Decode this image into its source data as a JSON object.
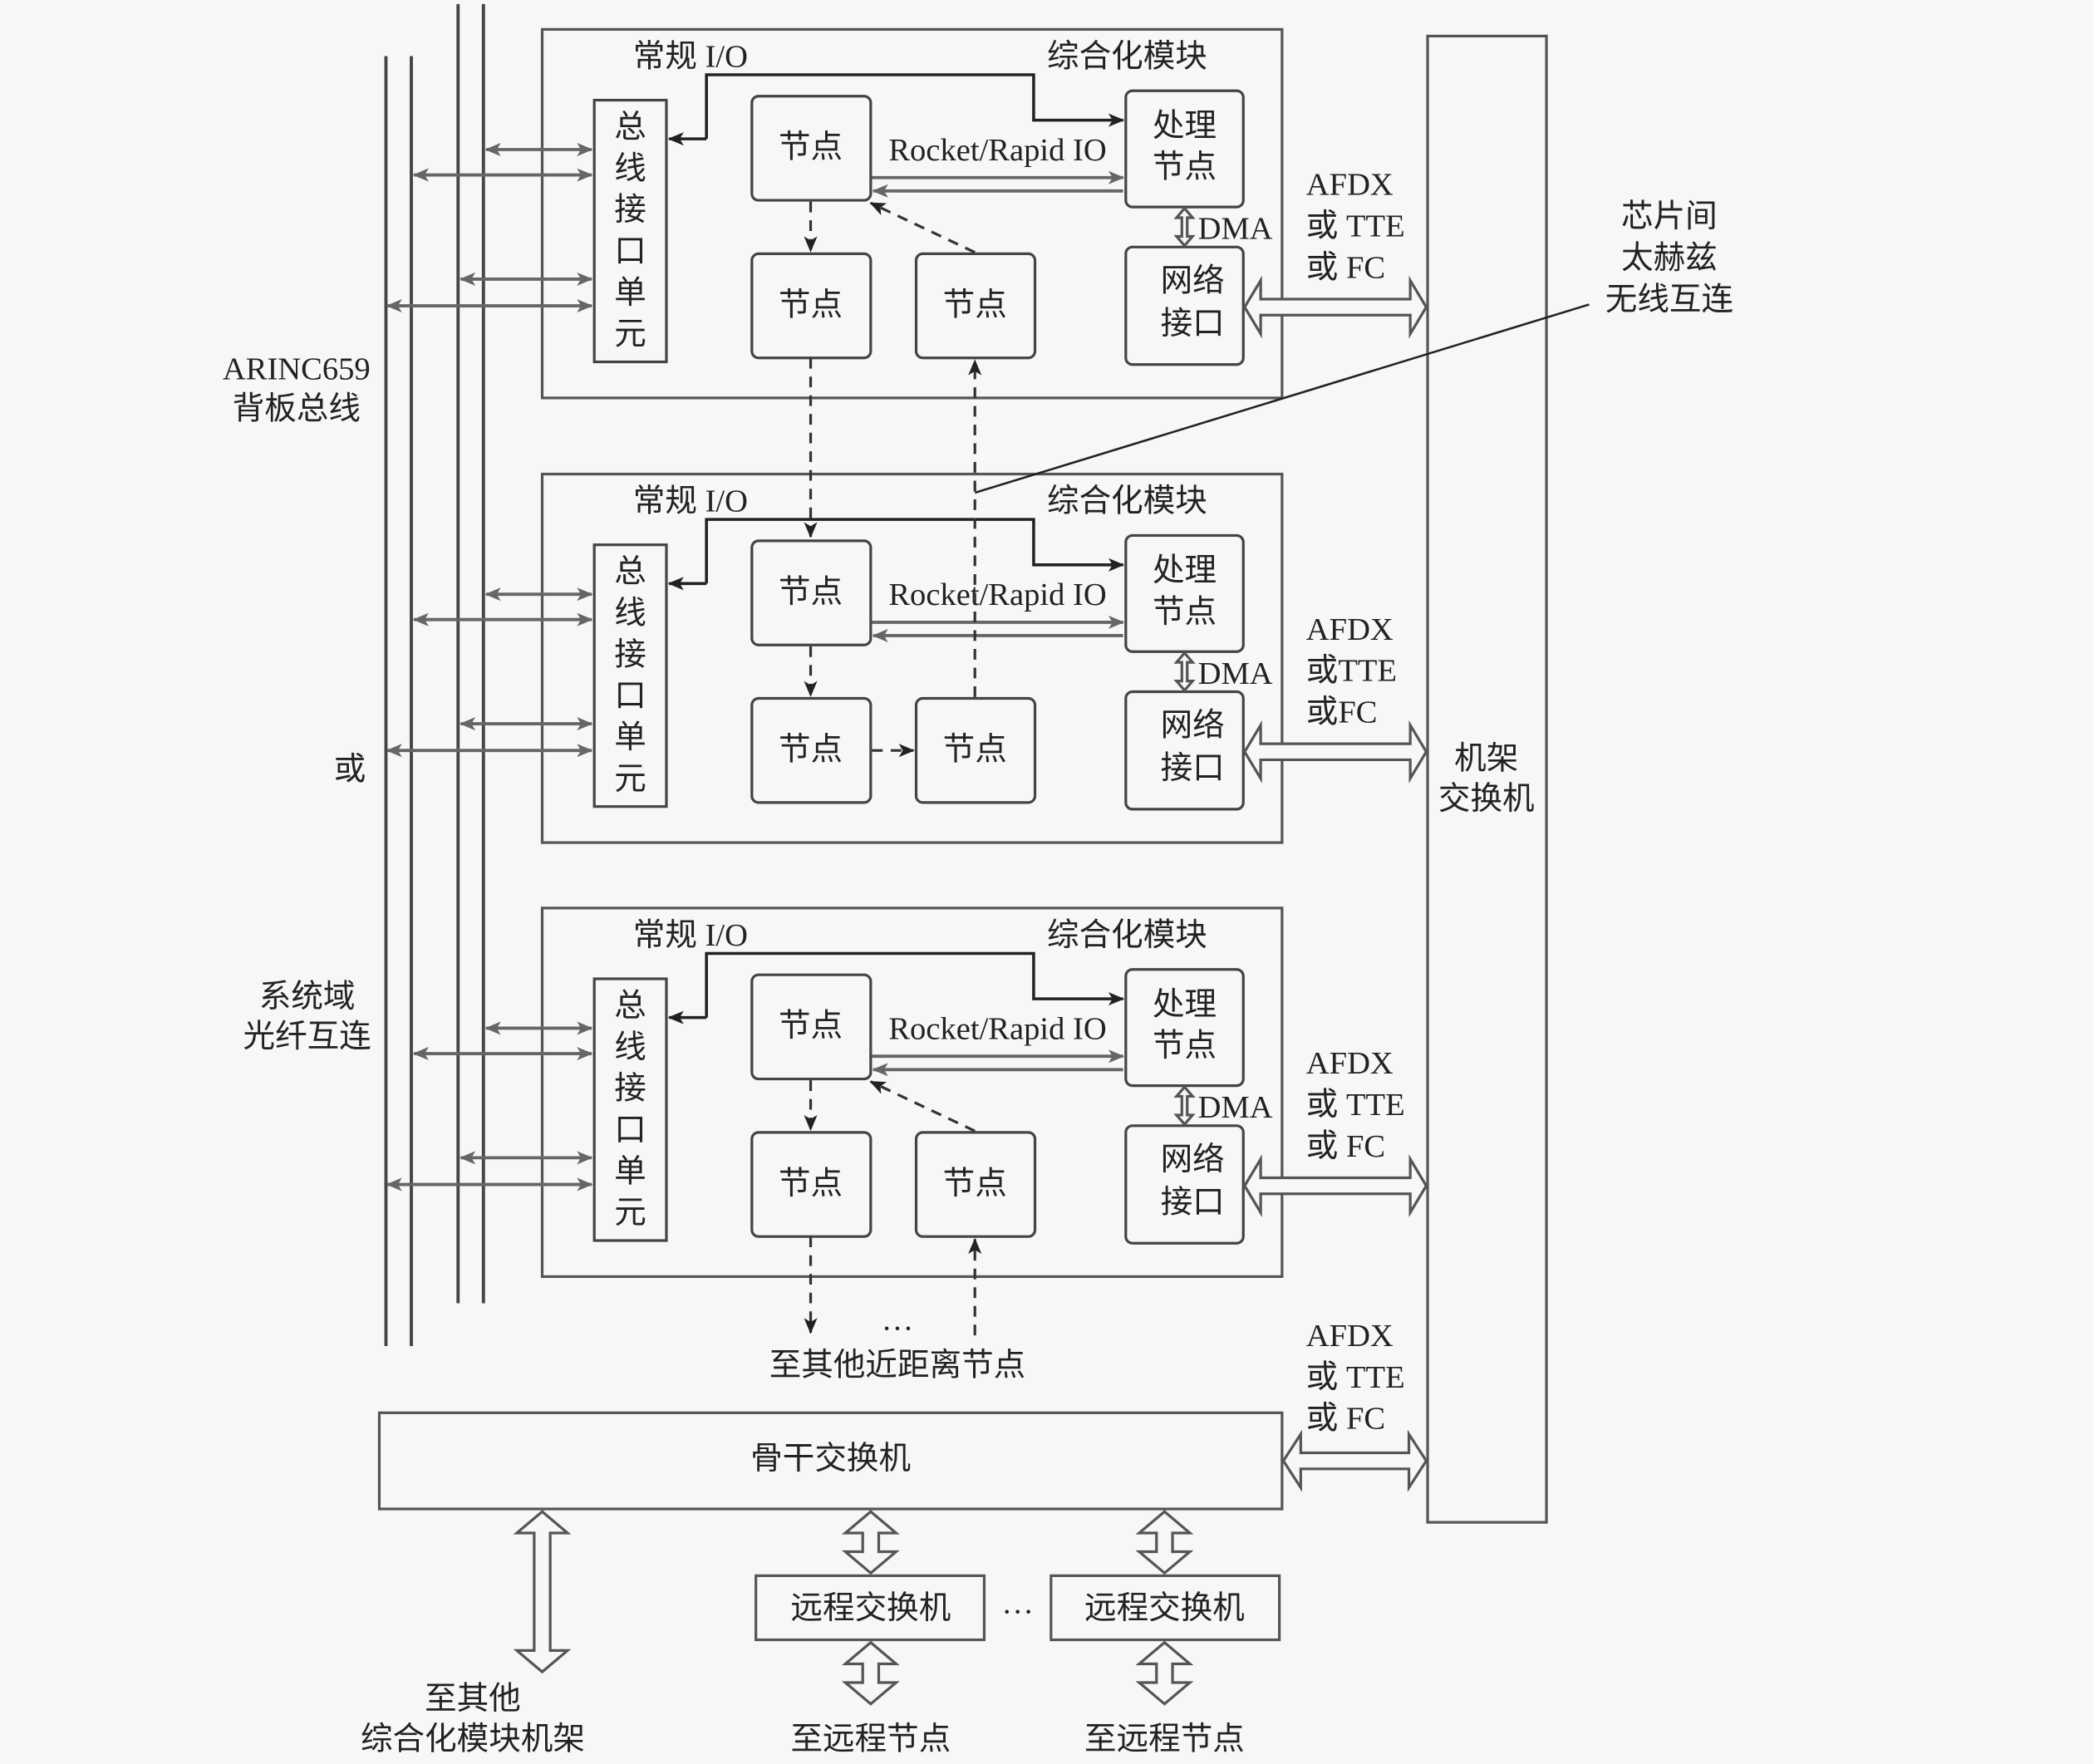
{
  "left_labels": {
    "arinc_line1": "ARINC659",
    "arinc_line2": "背板总线",
    "or": "或",
    "fiber_line1": "系统域",
    "fiber_line2": "光纤互连"
  },
  "modules": [
    {
      "io_label": "常规 I/O",
      "module_label": "综合化模块",
      "biu_chars": [
        "总",
        "线",
        "接",
        "口",
        "单",
        "元"
      ],
      "node_top": "节点",
      "node_bl": "节点",
      "node_br": "节点",
      "rio_label": "Rocket/Rapid IO",
      "proc_line1": "处理",
      "proc_line2": "节点",
      "dma_label": "DMA",
      "net_line1": "网络",
      "net_line2": "接口",
      "link_line1": "AFDX",
      "link_line2": "或 TTE",
      "link_line3": "或 FC"
    },
    {
      "io_label": "常规 I/O",
      "module_label": "综合化模块",
      "biu_chars": [
        "总",
        "线",
        "接",
        "口",
        "单",
        "元"
      ],
      "node_top": "节点",
      "node_bl": "节点",
      "node_br": "节点",
      "rio_label": "Rocket/Rapid IO",
      "proc_line1": "处理",
      "proc_line2": "节点",
      "dma_label": "DMA",
      "net_line1": "网络",
      "net_line2": "接口",
      "link_line1": "AFDX",
      "link_line2": "或TTE",
      "link_line3": "或FC"
    },
    {
      "io_label": "常规 I/O",
      "module_label": "综合化模块",
      "biu_chars": [
        "总",
        "线",
        "接",
        "口",
        "单",
        "元"
      ],
      "node_top": "节点",
      "node_bl": "节点",
      "node_br": "节点",
      "rio_label": "Rocket/Rapid IO",
      "proc_line1": "处理",
      "proc_line2": "节点",
      "dma_label": "DMA",
      "net_line1": "网络",
      "net_line2": "接口",
      "link_line1": "AFDX",
      "link_line2": "或 TTE",
      "link_line3": "或 FC"
    }
  ],
  "wireless": {
    "line1": "芯片间",
    "line2": "太赫兹",
    "line3": "无线互连"
  },
  "rack_switch": {
    "line1": "机架",
    "line2": "交换机"
  },
  "near_nodes": {
    "ellipsis": "…",
    "label": "至其他近距离节点"
  },
  "backbone": {
    "label": "骨干交换机",
    "link_line1": "AFDX",
    "link_line2": "或 TTE",
    "link_line3": "或 FC"
  },
  "remote": {
    "switch1": "远程交换机",
    "switch2": "远程交换机",
    "ellipsis": "…",
    "to_remote1": "至远程节点",
    "to_remote2": "至远程节点",
    "other_rack_line1": "至其他",
    "other_rack_line2": "综合化模块机架"
  }
}
